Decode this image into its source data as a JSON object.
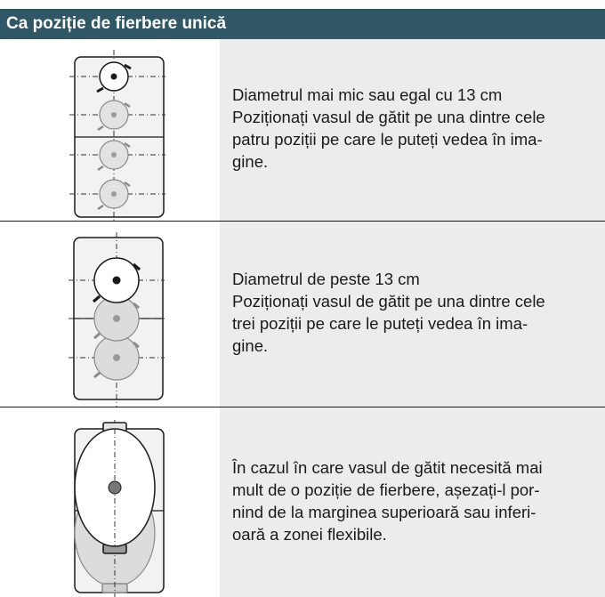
{
  "header": {
    "title": "Ca poziție de fierbere unică"
  },
  "rows": [
    {
      "lines": [
        "Diametrul mai mic sau egal cu 13 cm",
        "Poziționați vasul de gătit pe una dintre cele",
        "patru poziții pe care le puteți vedea în ima-",
        "gine."
      ]
    },
    {
      "lines": [
        "Diametrul de peste 13 cm",
        "Poziționați vasul de gătit pe una dintre cele",
        "trei poziții pe care le puteți vedea în ima-",
        "gine."
      ]
    },
    {
      "lines": [
        "În cazul în care vasul de gătit necesită mai",
        "mult de o poziție de fierbere, așezați-l por-",
        "nind de la marginea superioară sau inferi-",
        "oară a zonei flexibile."
      ]
    }
  ]
}
